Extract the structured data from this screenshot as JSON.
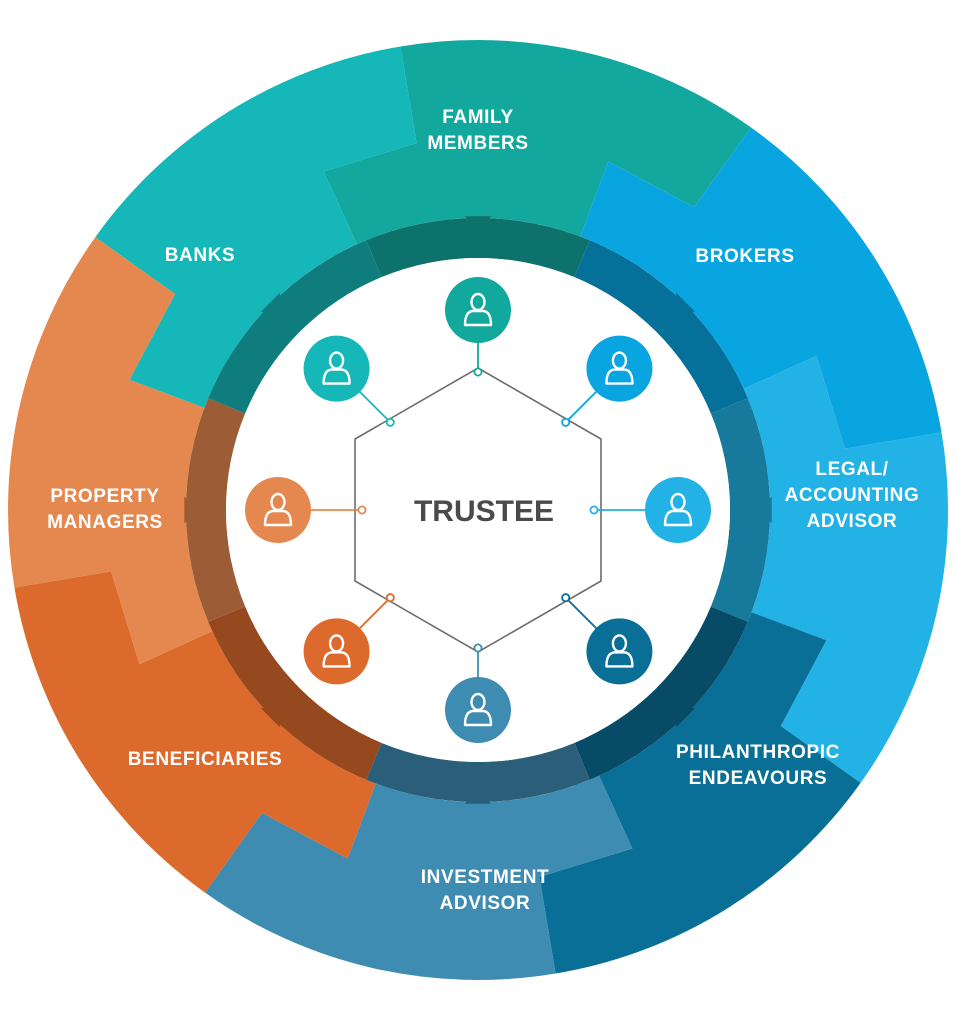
{
  "diagram": {
    "center": {
      "title": "TRUSTEE"
    },
    "segments": [
      {
        "id": "family-members",
        "lines": [
          "FAMILY",
          "MEMBERS"
        ],
        "color": "#13a89e"
      },
      {
        "id": "brokers",
        "lines": [
          "BROKERS"
        ],
        "color": "#08a5e1"
      },
      {
        "id": "legal-accounting-advisor",
        "lines": [
          "LEGAL/",
          "ACCOUNTING",
          "ADVISOR"
        ],
        "color": "#22b2e6"
      },
      {
        "id": "philanthropic-endeavours",
        "lines": [
          "PHILANTHROPIC",
          "ENDEAVOURS"
        ],
        "color": "#0a6f96"
      },
      {
        "id": "investment-advisor",
        "lines": [
          "INVESTMENT",
          "ADVISOR"
        ],
        "color": "#3f8cb2"
      },
      {
        "id": "beneficiaries",
        "lines": [
          "BENEFICIARIES"
        ],
        "color": "#dc6a2c"
      },
      {
        "id": "property-managers",
        "lines": [
          "PROPERTY",
          "MANAGERS"
        ],
        "color": "#e5884f"
      },
      {
        "id": "banks",
        "lines": [
          "BANKS"
        ],
        "color": "#16b7b8"
      }
    ],
    "nodes": [
      {
        "segment": "family-members",
        "icon": "person-icon",
        "color": "#13a89e"
      },
      {
        "segment": "brokers",
        "icon": "person-icon",
        "color": "#08a5e1"
      },
      {
        "segment": "legal-accounting-advisor",
        "icon": "person-icon",
        "color": "#22b2e6"
      },
      {
        "segment": "philanthropic-endeavours",
        "icon": "person-icon",
        "color": "#0a6f96"
      },
      {
        "segment": "investment-advisor",
        "icon": "person-icon",
        "color": "#3f8cb2"
      },
      {
        "segment": "beneficiaries",
        "icon": "person-icon",
        "color": "#dc6a2c"
      },
      {
        "segment": "property-managers",
        "icon": "person-icon",
        "color": "#e5884f"
      },
      {
        "segment": "banks",
        "icon": "person-icon",
        "color": "#16b7b8"
      }
    ]
  }
}
